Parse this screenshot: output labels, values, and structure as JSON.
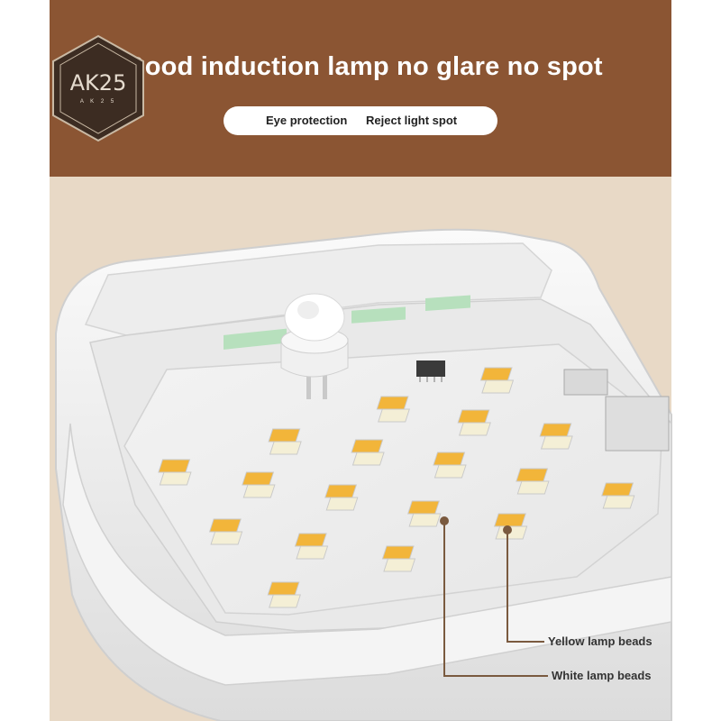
{
  "header": {
    "headline": "Good induction lamp no glare no spot",
    "tags": [
      "Eye protection",
      "Reject light spot"
    ]
  },
  "logo": {
    "text": "AK25",
    "subtext": "A K 2 5",
    "icon": "hexagon-logo-icon"
  },
  "callouts": {
    "yellow": "Yellow lamp beads",
    "white": "White lamp beads"
  },
  "colors": {
    "header_brown": "#8b5533",
    "background_beige": "#e8d9c6",
    "lamp_white": "#f5f5f3",
    "yellow_bead": "#f2b53a",
    "white_bead": "#f4efd6"
  }
}
